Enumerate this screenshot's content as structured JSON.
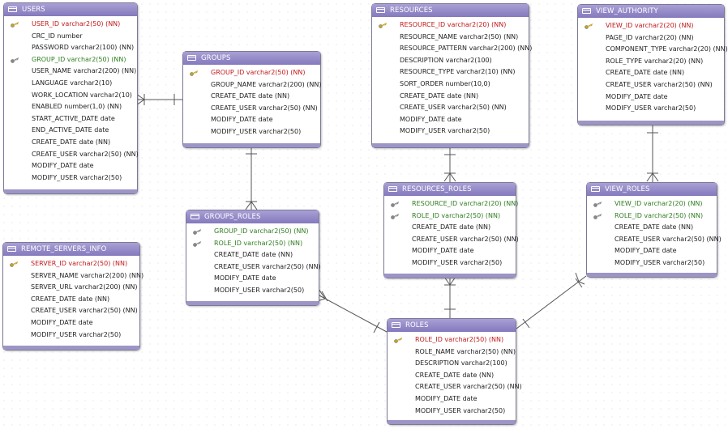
{
  "entities": {
    "users": {
      "title": "USERS",
      "columns": [
        {
          "text": "USER_ID varchar2(50) (NN)",
          "key": "pk"
        },
        {
          "text": "CRC_ID number",
          "key": ""
        },
        {
          "text": "PASSWORD varchar2(100) (NN)",
          "key": ""
        },
        {
          "text": "GROUP_ID varchar2(50) (NN)",
          "key": "fk"
        },
        {
          "text": "USER_NAME varchar2(200) (NN)",
          "key": ""
        },
        {
          "text": "LANGUAGE varchar2(10)",
          "key": ""
        },
        {
          "text": "WORK_LOCATION varchar2(10)",
          "key": ""
        },
        {
          "text": "ENABLED number(1,0) (NN)",
          "key": ""
        },
        {
          "text": "START_ACTIVE_DATE date",
          "key": ""
        },
        {
          "text": "END_ACTIVE_DATE date",
          "key": ""
        },
        {
          "text": "CREATE_DATE date (NN)",
          "key": ""
        },
        {
          "text": "CREATE_USER varchar2(50) (NN)",
          "key": ""
        },
        {
          "text": "MODIFY_DATE date",
          "key": ""
        },
        {
          "text": "MODIFY_USER varchar2(50)",
          "key": ""
        }
      ]
    },
    "groups": {
      "title": "GROUPS",
      "columns": [
        {
          "text": "GROUP_ID varchar2(50) (NN)",
          "key": "pk"
        },
        {
          "text": "GROUP_NAME varchar2(200) (NN)",
          "key": ""
        },
        {
          "text": "CREATE_DATE date (NN)",
          "key": ""
        },
        {
          "text": "CREATE_USER varchar2(50) (NN)",
          "key": ""
        },
        {
          "text": "MODIFY_DATE date",
          "key": ""
        },
        {
          "text": "MODIFY_USER varchar2(50)",
          "key": ""
        }
      ]
    },
    "groups_roles": {
      "title": "GROUPS_ROLES",
      "columns": [
        {
          "text": "GROUP_ID varchar2(50) (NN)",
          "key": "fk"
        },
        {
          "text": "ROLE_ID varchar2(50) (NN)",
          "key": "fk"
        },
        {
          "text": "CREATE_DATE date (NN)",
          "key": ""
        },
        {
          "text": "CREATE_USER varchar2(50) (NN)",
          "key": ""
        },
        {
          "text": "MODIFY_DATE date",
          "key": ""
        },
        {
          "text": "MODIFY_USER varchar2(50)",
          "key": ""
        }
      ]
    },
    "remote_servers_info": {
      "title": "REMOTE_SERVERS_INFO",
      "columns": [
        {
          "text": "SERVER_ID varchar2(50) (NN)",
          "key": "pk"
        },
        {
          "text": "SERVER_NAME varchar2(200) (NN)",
          "key": ""
        },
        {
          "text": "SERVER_URL varchar2(200) (NN)",
          "key": ""
        },
        {
          "text": "CREATE_DATE date (NN)",
          "key": ""
        },
        {
          "text": "CREATE_USER varchar2(50) (NN)",
          "key": ""
        },
        {
          "text": "MODIFY_DATE date",
          "key": ""
        },
        {
          "text": "MODIFY_USER varchar2(50)",
          "key": ""
        }
      ]
    },
    "resources": {
      "title": "RESOURCES",
      "columns": [
        {
          "text": "RESOURCE_ID varchar2(20) (NN)",
          "key": "pk"
        },
        {
          "text": "RESOURCE_NAME varchar2(50) (NN)",
          "key": ""
        },
        {
          "text": "RESOURCE_PATTERN varchar2(200) (NN)",
          "key": ""
        },
        {
          "text": "DESCRIPTION varchar2(100)",
          "key": ""
        },
        {
          "text": "RESOURCE_TYPE varchar2(10) (NN)",
          "key": ""
        },
        {
          "text": "SORT_ORDER number(10,0)",
          "key": ""
        },
        {
          "text": "CREATE_DATE date (NN)",
          "key": ""
        },
        {
          "text": "CREATE_USER varchar2(50) (NN)",
          "key": ""
        },
        {
          "text": "MODIFY_DATE date",
          "key": ""
        },
        {
          "text": "MODIFY_USER varchar2(50)",
          "key": ""
        }
      ]
    },
    "resources_roles": {
      "title": "RESOURCES_ROLES",
      "columns": [
        {
          "text": "RESOURCE_ID varchar2(20) (NN)",
          "key": "fk"
        },
        {
          "text": "ROLE_ID varchar2(50) (NN)",
          "key": "fk"
        },
        {
          "text": "CREATE_DATE date (NN)",
          "key": ""
        },
        {
          "text": "CREATE_USER varchar2(50) (NN)",
          "key": ""
        },
        {
          "text": "MODIFY_DATE date",
          "key": ""
        },
        {
          "text": "MODIFY_USER varchar2(50)",
          "key": ""
        }
      ]
    },
    "view_authority": {
      "title": "VIEW_AUTHORITY",
      "columns": [
        {
          "text": "VIEW_ID varchar2(20) (NN)",
          "key": "pk"
        },
        {
          "text": "PAGE_ID varchar2(20) (NN)",
          "key": ""
        },
        {
          "text": "COMPONENT_TYPE varchar2(20) (NN)",
          "key": ""
        },
        {
          "text": "ROLE_TYPE varchar2(20) (NN)",
          "key": ""
        },
        {
          "text": "CREATE_DATE date (NN)",
          "key": ""
        },
        {
          "text": "CREATE_USER varchar2(50) (NN)",
          "key": ""
        },
        {
          "text": "MODIFY_DATE date",
          "key": ""
        },
        {
          "text": "MODIFY_USER varchar2(50)",
          "key": ""
        }
      ]
    },
    "view_roles": {
      "title": "VIEW_ROLES",
      "columns": [
        {
          "text": "VIEW_ID varchar2(20) (NN)",
          "key": "fk"
        },
        {
          "text": "ROLE_ID varchar2(50) (NN)",
          "key": "fk"
        },
        {
          "text": "CREATE_DATE date (NN)",
          "key": ""
        },
        {
          "text": "CREATE_USER varchar2(50) (NN)",
          "key": ""
        },
        {
          "text": "MODIFY_DATE date",
          "key": ""
        },
        {
          "text": "MODIFY_USER varchar2(50)",
          "key": ""
        }
      ]
    },
    "roles": {
      "title": "ROLES",
      "columns": [
        {
          "text": "ROLE_ID varchar2(50) (NN)",
          "key": "pk"
        },
        {
          "text": "ROLE_NAME varchar2(50) (NN)",
          "key": ""
        },
        {
          "text": "DESCRIPTION varchar2(100)",
          "key": ""
        },
        {
          "text": "CREATE_DATE date (NN)",
          "key": ""
        },
        {
          "text": "CREATE_USER varchar2(50) (NN)",
          "key": ""
        },
        {
          "text": "MODIFY_DATE date",
          "key": ""
        },
        {
          "text": "MODIFY_USER varchar2(50)",
          "key": ""
        }
      ]
    }
  },
  "relationships": [
    {
      "from": "users",
      "to": "groups",
      "cardinality": "many-to-one"
    },
    {
      "from": "groups",
      "to": "groups_roles",
      "cardinality": "one-to-many"
    },
    {
      "from": "groups_roles",
      "to": "roles",
      "cardinality": "many-to-one"
    },
    {
      "from": "resources",
      "to": "resources_roles",
      "cardinality": "one-to-many"
    },
    {
      "from": "resources_roles",
      "to": "roles",
      "cardinality": "many-to-one"
    },
    {
      "from": "view_authority",
      "to": "view_roles",
      "cardinality": "one-to-many"
    },
    {
      "from": "view_roles",
      "to": "roles",
      "cardinality": "many-to-one"
    }
  ],
  "colors": {
    "header": "#8f85c4",
    "primary_key_text": "#c0191b",
    "foreign_key_text": "#2e7d1f",
    "line": "#555555"
  },
  "icons": {
    "table": "table-icon",
    "primary_key": "primary-key-icon",
    "foreign_key": "foreign-key-icon"
  }
}
